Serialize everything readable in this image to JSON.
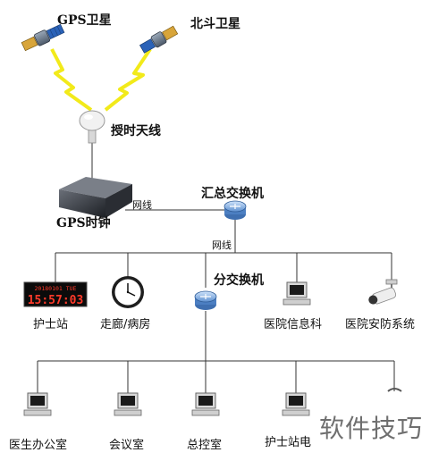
{
  "nodes": {
    "gps_satellite": "GPS卫星",
    "beidou_satellite": "北斗卫星",
    "timing_antenna": "授时天线",
    "gps_clock": "GPS时钟",
    "core_switch": "汇总交换机",
    "sub_switch": "分交换机",
    "nurse_station": "护士站",
    "corridor_ward": "走廊/病房",
    "hospital_info_dept": "医院信息科",
    "hospital_security": "医院安防系统",
    "doctor_office": "医生办公室",
    "meeting_room": "会议室",
    "control_room": "总控室",
    "nurse_station_2": "护士站电"
  },
  "links": {
    "clock_to_switch": "网线",
    "switch_to_bus": "网线"
  },
  "led_clock": {
    "top_text": "20180101 TUE",
    "time_text": "15:57:03"
  },
  "watermark": "软件技巧"
}
